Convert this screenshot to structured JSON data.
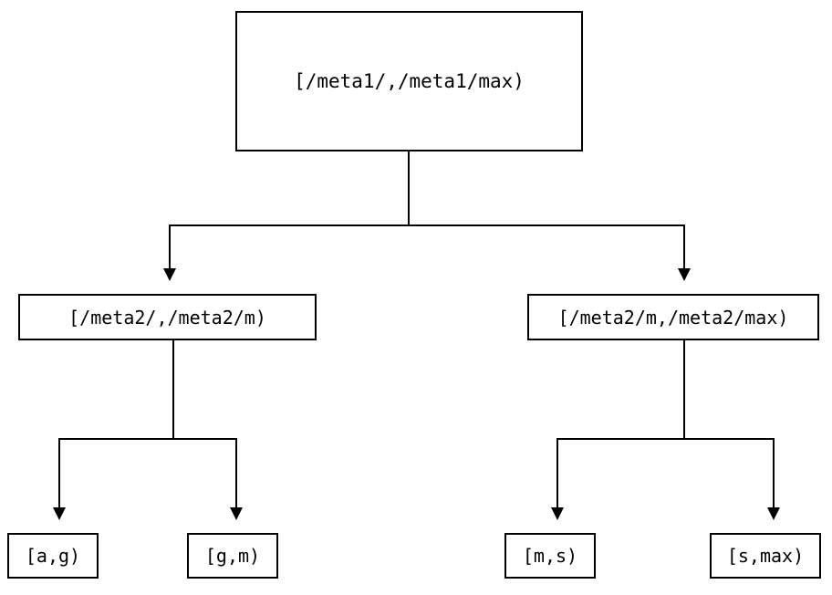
{
  "diagram": {
    "type": "tree",
    "title_visible": false,
    "background_color": "#ffffff",
    "line_color": "#000000",
    "text_color": "#000000",
    "nodes": {
      "root": {
        "label": "[/meta1/,/meta1/max)",
        "level": 0
      },
      "mid_left": {
        "label": "[/meta2/,/meta2/m)",
        "level": 1
      },
      "mid_right": {
        "label": "[/meta2/m,/meta2/max)",
        "level": 1
      },
      "leaf_ag": {
        "label": "[a,g)",
        "level": 2
      },
      "leaf_gm": {
        "label": "[g,m)",
        "level": 2
      },
      "leaf_ms": {
        "label": "[m,s)",
        "level": 2
      },
      "leaf_smax": {
        "label": "[s,max)",
        "level": 2
      }
    },
    "edges": [
      {
        "from": "root",
        "to": "mid_left",
        "arrow": "down"
      },
      {
        "from": "root",
        "to": "mid_right",
        "arrow": "down"
      },
      {
        "from": "mid_left",
        "to": "leaf_ag",
        "arrow": "down"
      },
      {
        "from": "mid_left",
        "to": "leaf_gm",
        "arrow": "down"
      },
      {
        "from": "mid_right",
        "to": "leaf_ms",
        "arrow": "down"
      },
      {
        "from": "mid_right",
        "to": "leaf_smax",
        "arrow": "down"
      }
    ]
  }
}
